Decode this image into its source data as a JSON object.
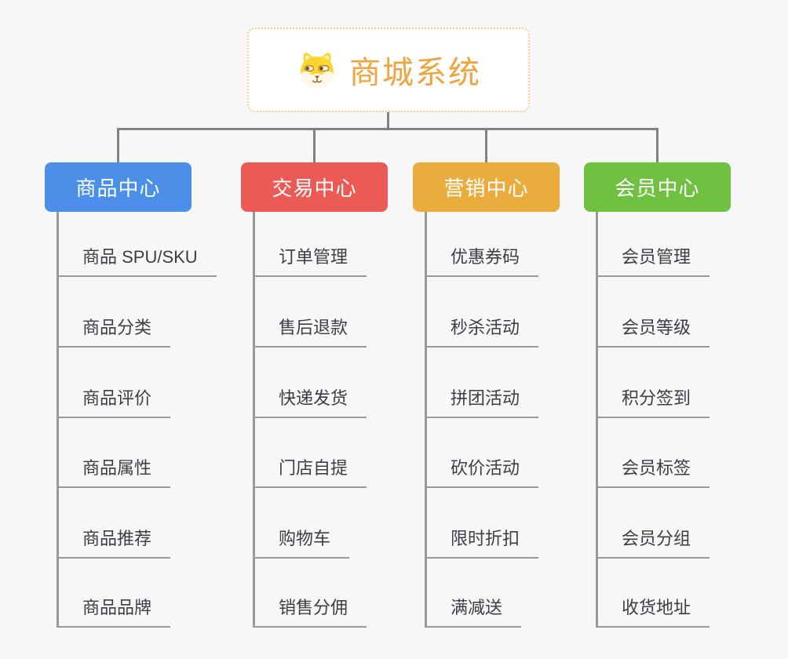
{
  "root": {
    "title": "商城系统",
    "icon": "dog-face-icon",
    "title_color": "#f1a43e",
    "border_color": "#f6cd86"
  },
  "connector_color": "#7f8285",
  "leaf_line_color": "#97999c",
  "branches": [
    {
      "label": "商品中心",
      "color": "#4b8fe8",
      "children": [
        "商品 SPU/SKU",
        "商品分类",
        "商品评价",
        "商品属性",
        "商品推荐",
        "商品品牌"
      ]
    },
    {
      "label": "交易中心",
      "color": "#ec5a55",
      "children": [
        "订单管理",
        "售后退款",
        "快递发货",
        "门店自提",
        "购物车",
        "销售分佣"
      ]
    },
    {
      "label": "营销中心",
      "color": "#eaac3d",
      "children": [
        "优惠券码",
        "秒杀活动",
        "拼团活动",
        "砍价活动",
        "限时折扣",
        "满减送"
      ]
    },
    {
      "label": "会员中心",
      "color": "#70c041",
      "children": [
        "会员管理",
        "会员等级",
        "积分签到",
        "会员标签",
        "会员分组",
        "收货地址"
      ]
    }
  ]
}
